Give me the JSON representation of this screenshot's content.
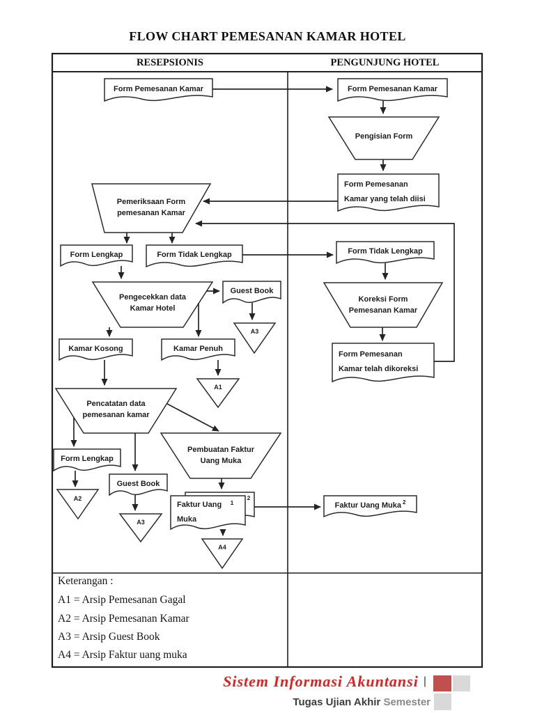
{
  "title": "FLOW CHART PEMESANAN KAMAR HOTEL",
  "lanes": {
    "left": "RESEPSIONIS",
    "right": "PENGUNJUNG HOTEL"
  },
  "nodes": {
    "form_pemesanan_kamar_resepsionis": "Form Pemesanan Kamar",
    "form_pemesanan_kamar_pengunjung": "Form Pemesanan Kamar",
    "pengisian_form": "Pengisian Form",
    "form_pemesanan_kamar_diisi": "Form Pemesanan\nKamar yang telah diisi",
    "pemeriksaan_form": "Pemeriksaan Form\npemesanan Kamar",
    "form_lengkap_1": "Form Lengkap",
    "form_tidak_lengkap_resepsionis": "Form Tidak Lengkap",
    "form_tidak_lengkap_pengunjung": "Form Tidak Lengkap",
    "koreksi_form": "Koreksi Form\nPemesanan Kamar",
    "form_pemesanan_kamar_dikoreksi": "Form Pemesanan\nKamar telah dikoreksi",
    "pengecekkan_data": "Pengecekkan data\nKamar Hotel",
    "guest_book_1": "Guest Book",
    "kamar_kosong": "Kamar Kosong",
    "kamar_penuh": "Kamar Penuh",
    "pencatatan_data": "Pencatatan data\npemesanan kamar",
    "form_lengkap_2": "Form Lengkap",
    "guest_book_2": "Guest Book",
    "pembuatan_faktur": "Pembuatan Faktur\nUang Muka",
    "faktur_uang_muka": "Faktur Uang\nMuka",
    "faktur_copy_1": "1",
    "faktur_copy_2": "2",
    "faktur_uang_muka_pengunjung": "Faktur Uang Muka",
    "faktur_pengunjung_copy": "2",
    "archive_a1": "A1",
    "archive_a2": "A2",
    "archive_a3_first": "A3",
    "archive_a3_second": "A3",
    "archive_a4": "A4"
  },
  "legend": {
    "heading": "Keterangan :",
    "items": [
      "A1 = Arsip Pemesanan Gagal",
      "A2 = Arsip Pemesanan Kamar",
      "A3 = Arsip Guest Book",
      "A4 = Arsip Faktur uang muka"
    ]
  },
  "footer": {
    "brand": "Sistem Informasi Akuntansi",
    "separator": "|",
    "tagline_primary": "Tugas Ujian Akhir",
    "tagline_secondary": "Semester",
    "brand_color": "#e01f1f",
    "logo_red": "#c0504d",
    "logo_gray": "#d9d9d9"
  }
}
